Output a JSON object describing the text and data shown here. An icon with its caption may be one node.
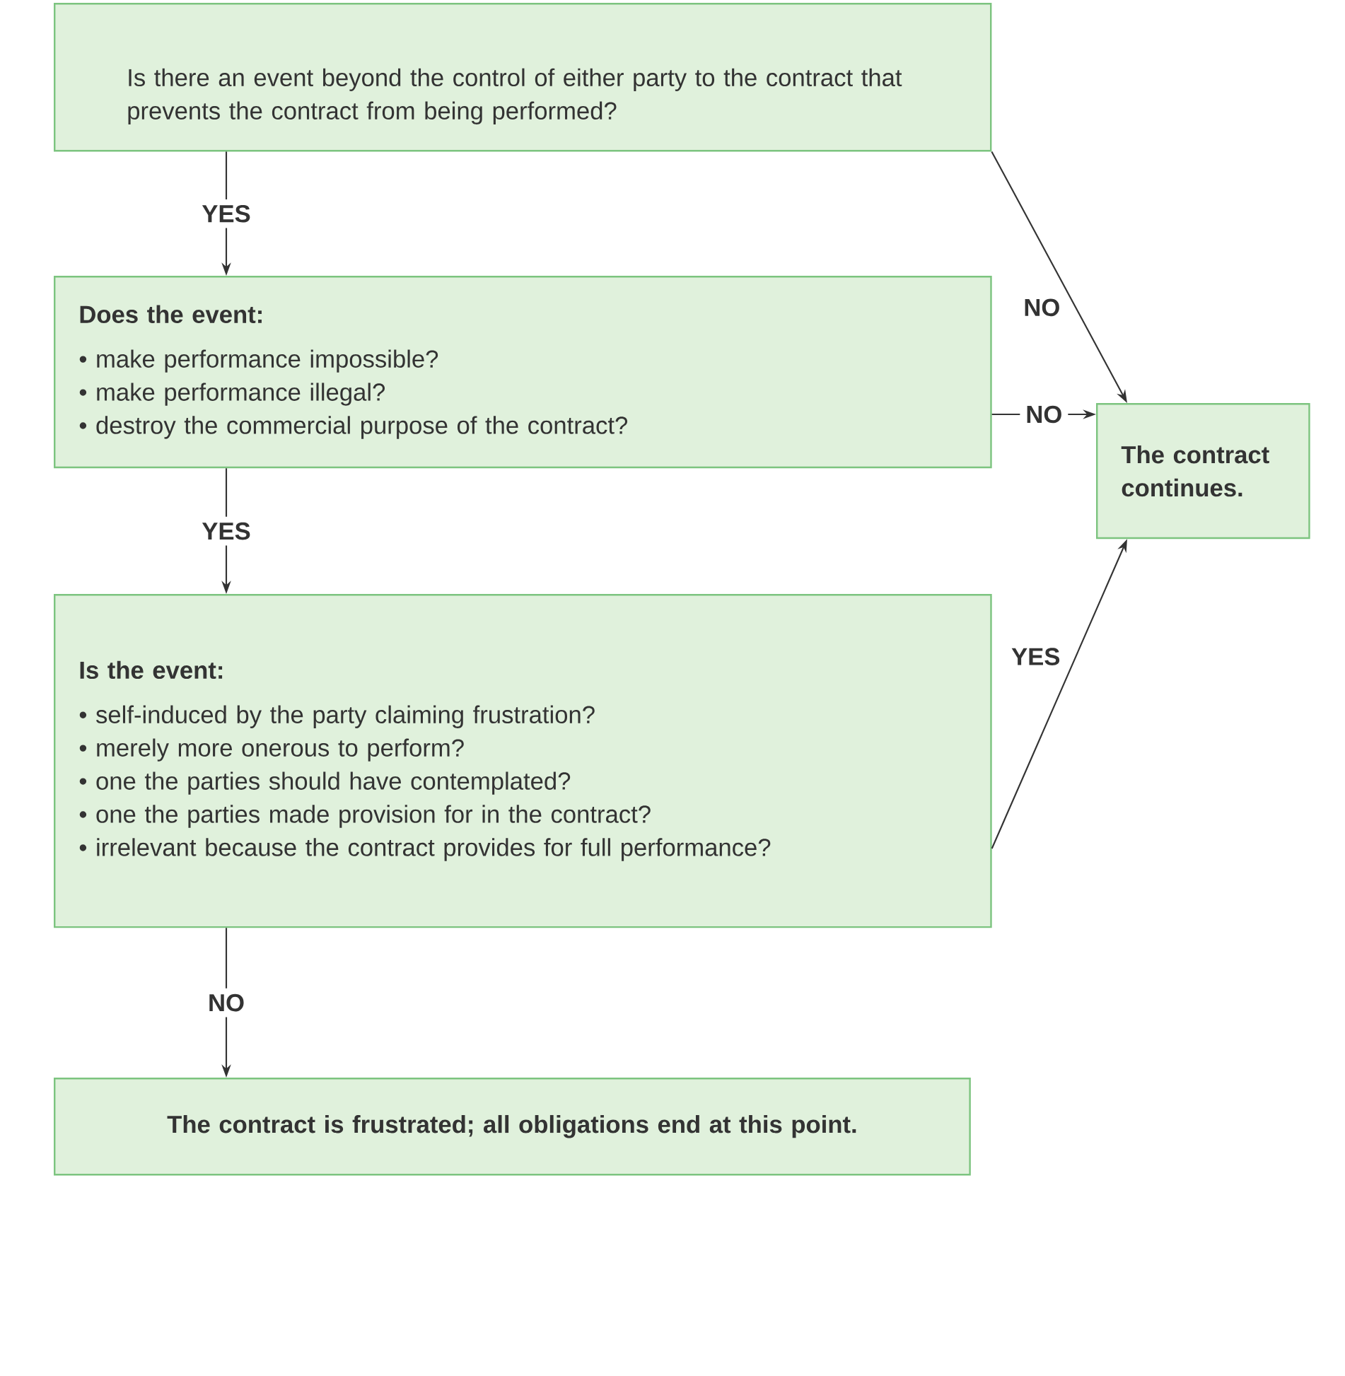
{
  "diagram": {
    "nodes": [
      {
        "text": [
          "Is there an event beyond the control of either party to the contract that prevents the contract from being performed?"
        ]
      },
      {
        "text": [
          "Does the event:",
          "• make performance impossible?",
          "• make performance illegal?",
          "• destroy the commercial purpose of the contract?"
        ]
      },
      {
        "text": [
          "Is the event:",
          "• self-induced by the party claiming frustration?",
          "• merely more onerous to perform?",
          "• one the parties should have contemplated?",
          "• one the parties made provision for in the contract?",
          "• irrelevant because the contract provides for full performance?"
        ]
      },
      {
        "text": [
          "The contract continues."
        ]
      },
      {
        "text": [
          "The contract is frustrated; all obligations end at this point."
        ]
      }
    ],
    "edges": [
      {
        "from": 0,
        "to": 1,
        "arrow": "to",
        "label": "YES"
      },
      {
        "from": 0,
        "to": 3,
        "arrow": "to",
        "label": "NO"
      },
      {
        "from": 1,
        "to": 3,
        "arrow": "to",
        "label": "NO"
      },
      {
        "from": 1,
        "to": 2,
        "arrow": "to",
        "label": "YES"
      },
      {
        "from": 2,
        "to": 3,
        "arrow": "to",
        "label": "YES"
      },
      {
        "from": 2,
        "to": 4,
        "arrow": "to",
        "label": "NO"
      }
    ]
  }
}
